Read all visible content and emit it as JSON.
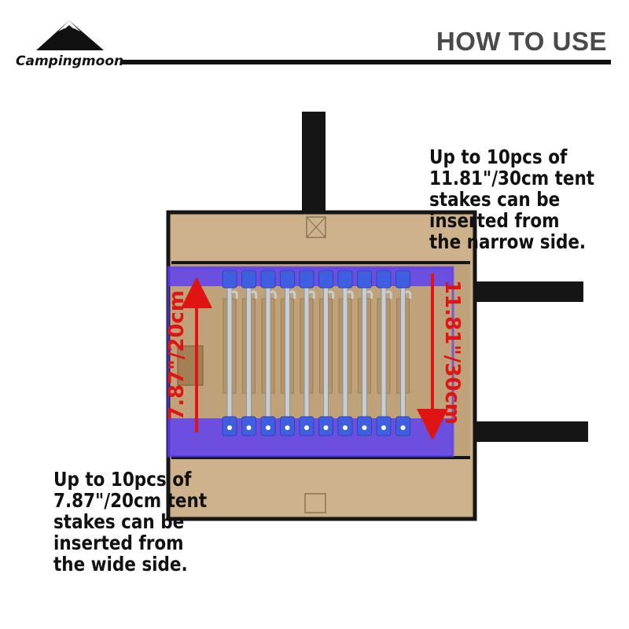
{
  "header": {
    "brand": "Campingmoon",
    "title": "HOW TO USE"
  },
  "callouts": {
    "narrow_side": [
      "Up to 10pcs of",
      "11.81\"/30cm tent",
      "stakes can be",
      "inserted from",
      "the narrow side."
    ],
    "wide_side": [
      "Up to 10pcs of",
      "7.87\"/20cm tent",
      "stakes can be",
      "inserted from",
      "the wide side."
    ]
  },
  "dimensions": {
    "width_label": "7.87\"/20cm",
    "length_label": "11.81\"/30cm"
  },
  "colors": {
    "canvas": "#c9ad86",
    "highlight": "#5a3df5",
    "arrow": "#e11414",
    "strap": "#151515",
    "stake": "#c8cdd2",
    "stake_head": "#3f5fe0"
  }
}
